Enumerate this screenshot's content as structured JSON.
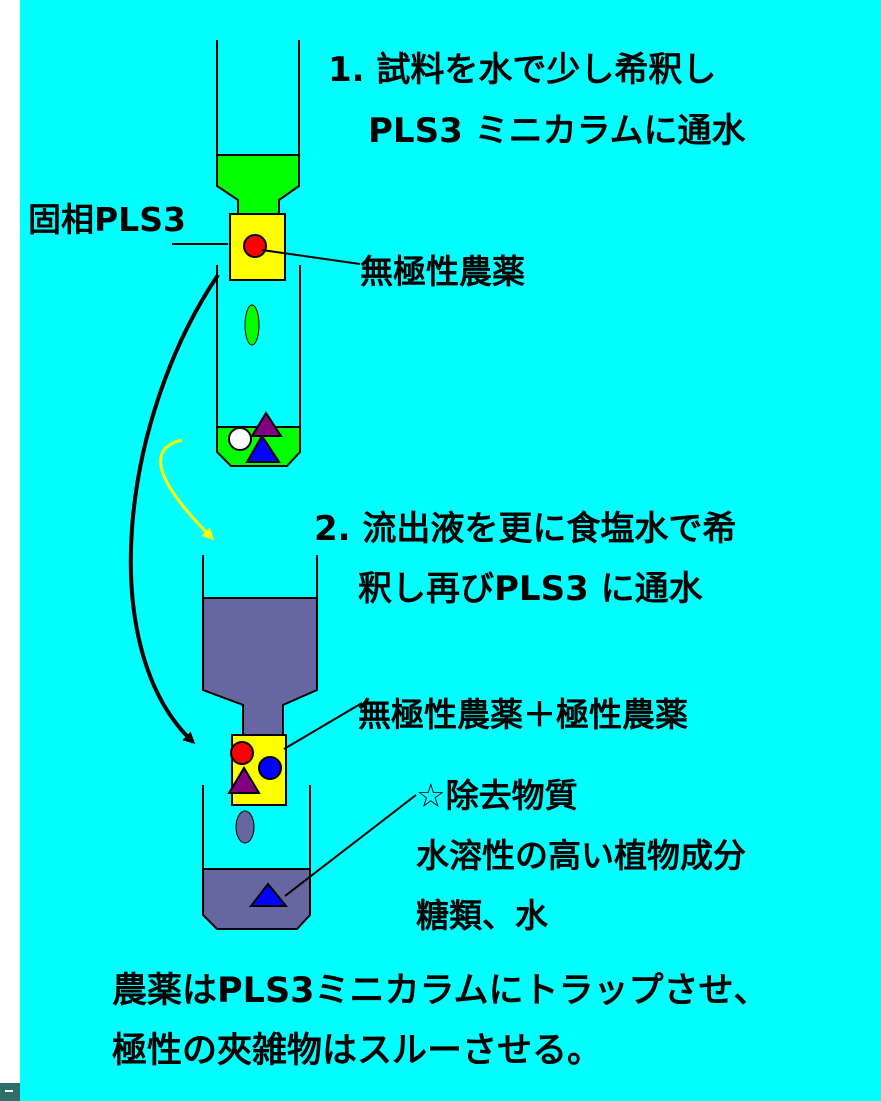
{
  "step1": {
    "line1": "1.  試料を水で少し希釈し",
    "line2": "PLS3 ミニカラムに通水"
  },
  "solid_phase_label": "固相PLS3",
  "nonpolar_label": "無極性農薬",
  "step2": {
    "line1": "2.  流出液を更に食塩水で希",
    "line2": "釈し再びPLS3 に通水"
  },
  "retained_label": "無極性農薬＋極性農薬",
  "removed": {
    "line1": "☆除去物質",
    "line2": "水溶性の高い植物成分",
    "line3": "糖類、水"
  },
  "footer": {
    "line1": "農薬はPLS3ミニカラムにトラップさせ、",
    "line2": "極性の夾雑物はスルーさせる。"
  },
  "colors": {
    "background": "#00ffff",
    "first_eluate": "#00ff00",
    "diluted_eluate": "#6666a0",
    "sorbent": "#ffff00",
    "nonpolar_pesticide": "#ff0000",
    "polar_pesticide": "#0000ff",
    "removed_matter": "#ffffff",
    "arrow_transfer": "#ffff00"
  }
}
